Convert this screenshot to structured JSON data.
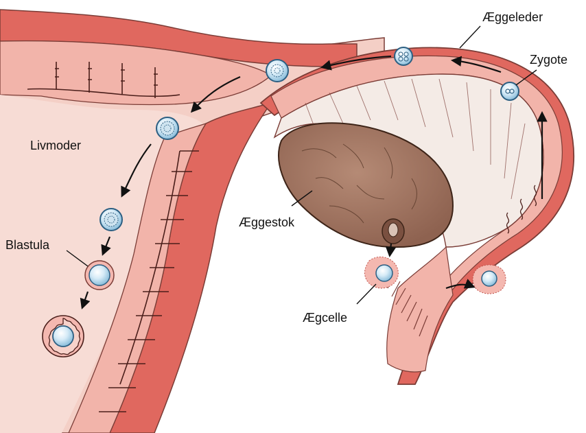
{
  "labels": {
    "uterus": "Livmoder",
    "fallopian_tube": "Æggeleder",
    "zygote": "Zygote",
    "ovary": "Æggestok",
    "blastula": "Blastula",
    "egg_cell": "Ægcelle"
  },
  "colors": {
    "muscle": "#e0685f",
    "muscle_dark": "#b8312c",
    "tissue_pink": "#f2b4aa",
    "tissue_light": "#f7d2ca",
    "ovary_brown": "#9e7361",
    "ovary_light": "#b58a75",
    "cavity": "#f4ebe6",
    "cell_blue": "#a9d2ea",
    "cell_ring": "#2c5f82"
  }
}
